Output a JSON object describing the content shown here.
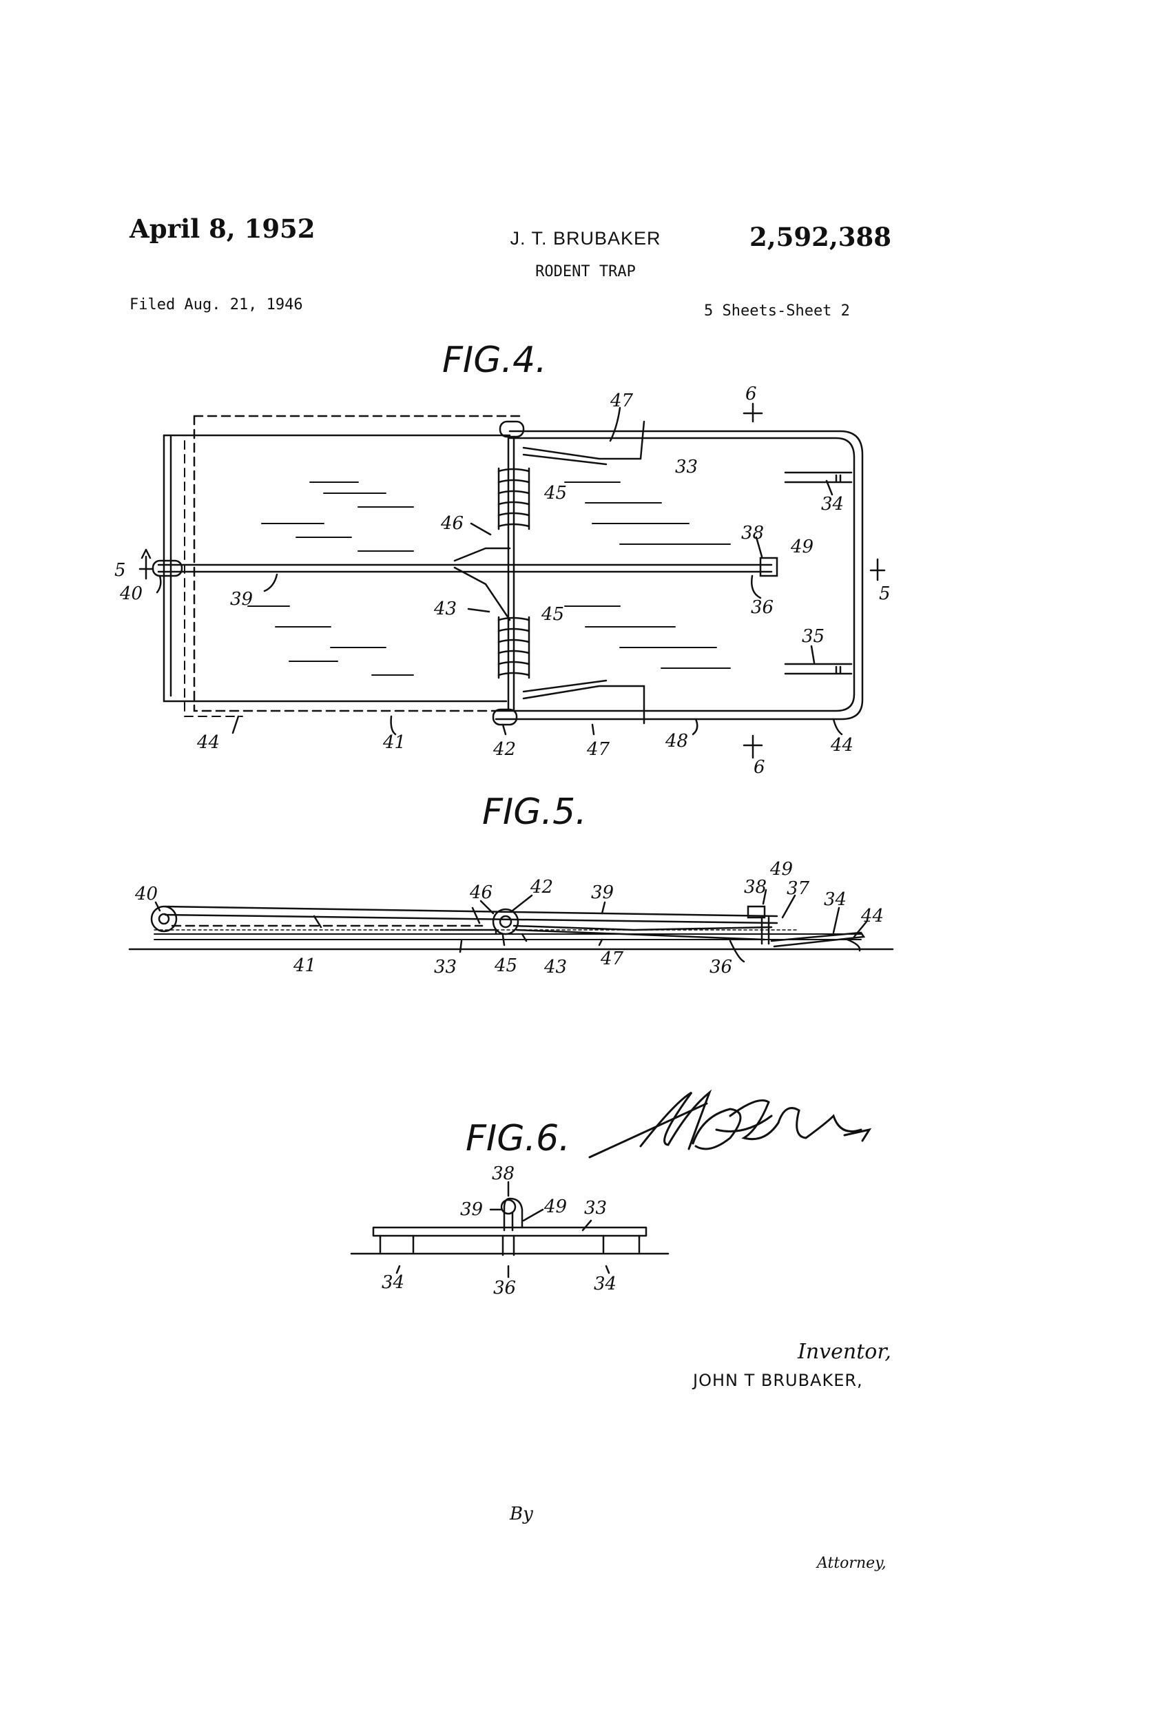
{
  "header": {
    "date": "April 8, 1952",
    "inventor": "J. T. BRUBAKER",
    "patent_number": "2,592,388",
    "title": "RODENT TRAP",
    "filed": "Filed Aug. 21, 1946",
    "sheets": "5 Sheets-Sheet 2"
  },
  "figures": {
    "fig4": {
      "label": "FIG.4.",
      "refs": {
        "r47a": "47",
        "r6a": "6",
        "r33": "33",
        "r45a": "45",
        "r34": "34",
        "r46": "46",
        "r38": "38",
        "r49": "49",
        "r5a": "5",
        "r40": "40",
        "r39": "39",
        "r36": "36",
        "r5b": "5",
        "r43": "43",
        "r45b": "45",
        "r35": "35",
        "r44a": "44",
        "r41": "41",
        "r42": "42",
        "r47b": "47",
        "r48": "48",
        "r6b": "6",
        "r44b": "44"
      }
    },
    "fig5": {
      "label": "FIG.5.",
      "refs": {
        "r40": "40",
        "r46": "46",
        "r42": "42",
        "r39": "39",
        "r38": "38",
        "r49": "49",
        "r37": "37",
        "r34": "34",
        "r44": "44",
        "r41": "41",
        "r33": "33",
        "r45": "45",
        "r43": "43",
        "r47": "47",
        "r36": "36"
      }
    },
    "fig6": {
      "label": "FIG.6.",
      "refs": {
        "r38": "38",
        "r39": "39",
        "r49": "49",
        "r33": "33",
        "r34a": "34",
        "r36": "36",
        "r34b": "34"
      }
    }
  },
  "signature": {
    "inventor_label": "Inventor,",
    "inventor_name": "JOHN T BRUBAKER,",
    "by": "By",
    "attorney_label": "Attorney,"
  }
}
